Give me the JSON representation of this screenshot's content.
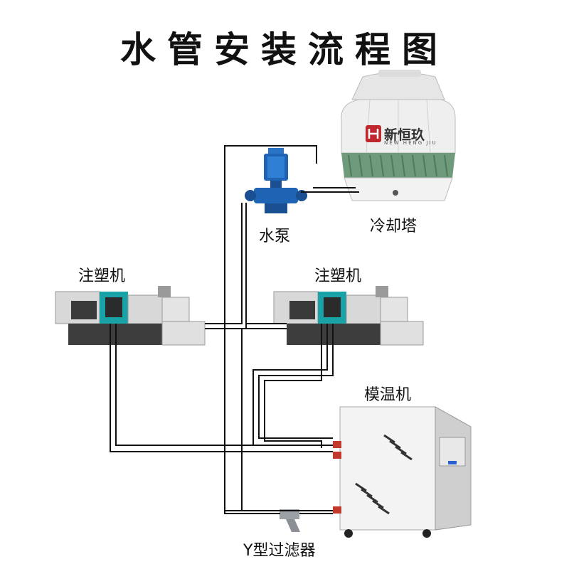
{
  "title": "水管安装流程图",
  "labels": {
    "pump": "水泵",
    "cooling_tower": "冷却塔",
    "molding_machine_left": "注塑机",
    "molding_machine_right": "注塑机",
    "mold_temperature_controller": "模温机",
    "y_filter": "Y型过滤器"
  },
  "brand": {
    "name_cn": "新恒玖",
    "name_en": "NEW HENG JIU"
  },
  "colors": {
    "pipe": "#111111",
    "pump_blue": "#1f64b4",
    "machine_teal": "#1aa3a6",
    "machine_gray": "#d8d8d8",
    "tower_green": "#6f9a7c",
    "logo_red": "#c0282d"
  }
}
